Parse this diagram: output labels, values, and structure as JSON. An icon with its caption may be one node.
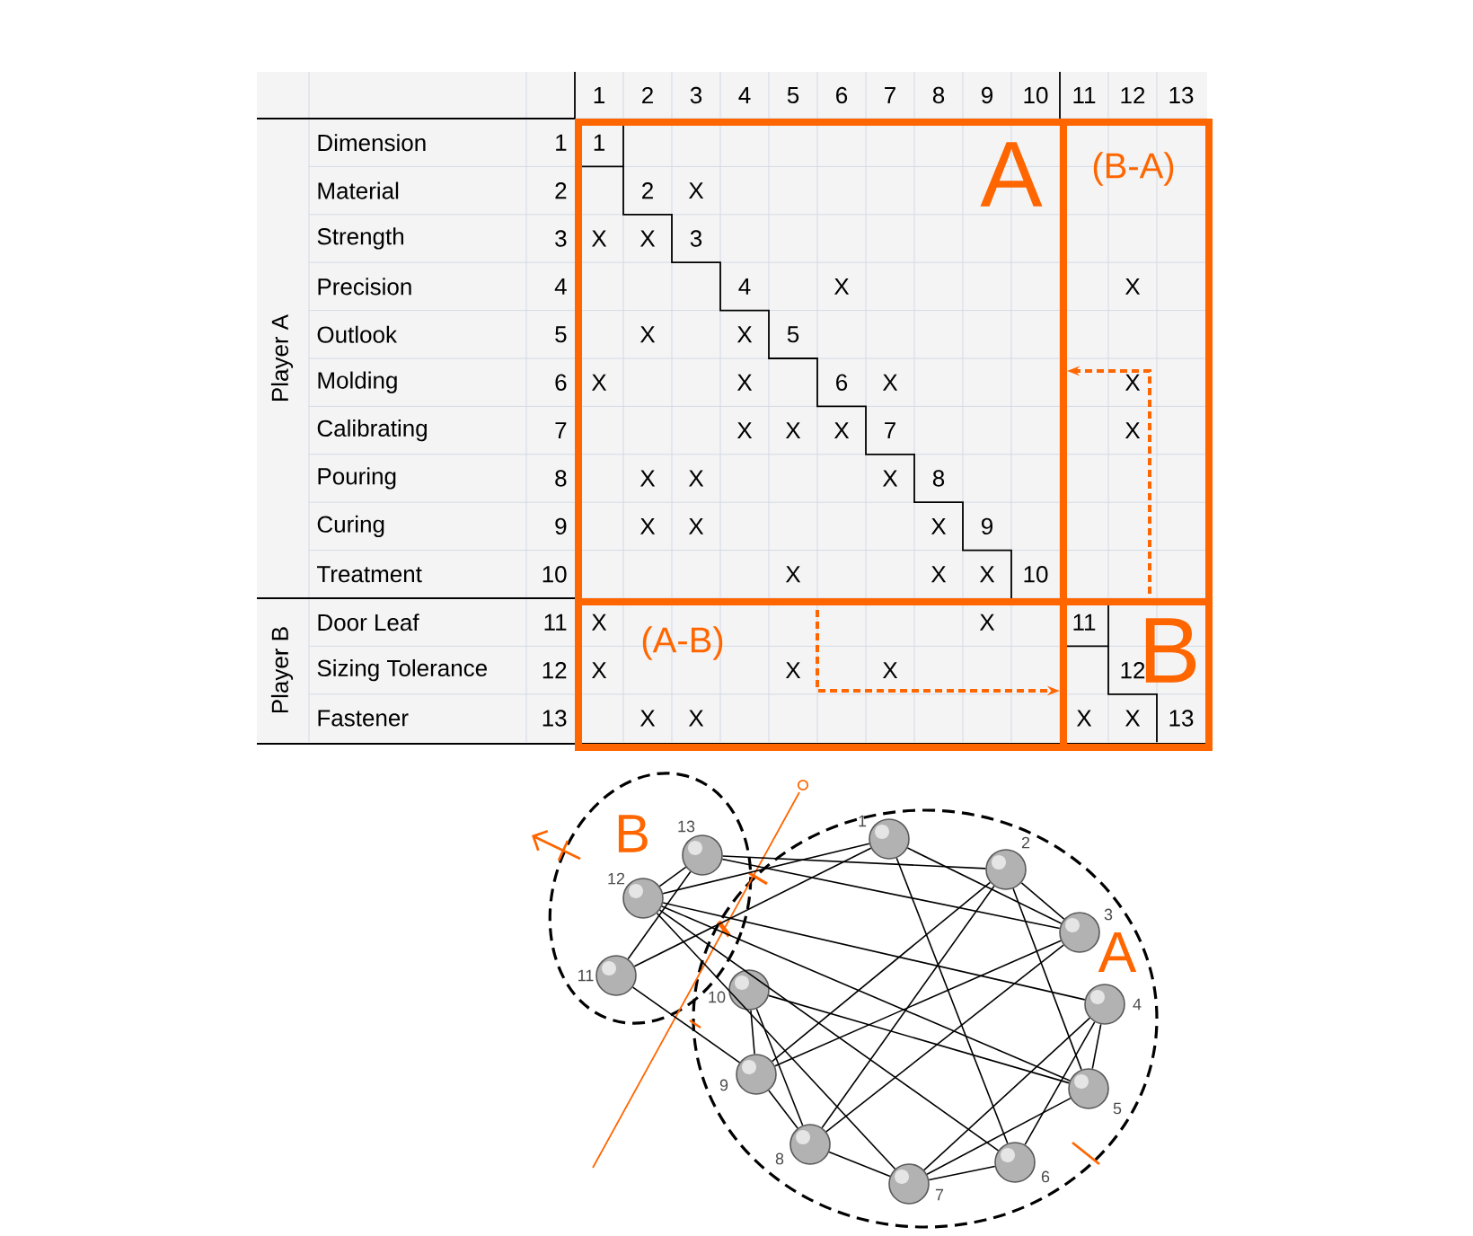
{
  "diagram": {
    "nodes": [
      {
        "text": [
          "A"
        ]
      },
      {
        "text": [
          "(B-A)"
        ]
      },
      {
        "text": [
          "(A-B)"
        ]
      },
      {
        "text": [
          "B"
        ]
      },
      {
        "text": [
          "B"
        ]
      },
      {
        "text": [
          "13"
        ],
        "in": 4
      },
      {
        "text": [
          "12"
        ],
        "in": 4
      },
      {
        "text": [
          "11"
        ],
        "in": 4
      },
      {
        "text": [
          "A"
        ]
      },
      {
        "text": [
          "1"
        ],
        "in": 8
      },
      {
        "text": [
          "2"
        ],
        "in": 8
      },
      {
        "text": [
          "3"
        ],
        "in": 8
      },
      {
        "text": [
          "4"
        ],
        "in": 8
      },
      {
        "text": [
          "5"
        ],
        "in": 8
      },
      {
        "text": [
          "6"
        ],
        "in": 8
      },
      {
        "text": [
          "7"
        ],
        "in": 8
      },
      {
        "text": [
          "8"
        ],
        "in": 8
      },
      {
        "text": [
          "9"
        ],
        "in": 8
      },
      {
        "text": [
          "10"
        ],
        "in": 8
      }
    ],
    "edges": [
      {
        "from": 1,
        "to": 0,
        "arrow": "to",
        "style": "dashed",
        "color": "#ff6600"
      },
      {
        "from": 2,
        "to": 3,
        "arrow": "to",
        "style": "dashed",
        "color": "#ff6600"
      },
      {
        "from": 9,
        "to": 11,
        "arrow": "none"
      },
      {
        "from": 10,
        "to": 11,
        "arrow": "none"
      },
      {
        "from": 12,
        "to": 14,
        "arrow": "none"
      },
      {
        "from": 12,
        "to": 6,
        "arrow": "none"
      },
      {
        "from": 10,
        "to": 13,
        "arrow": "none"
      },
      {
        "from": 12,
        "to": 13,
        "arrow": "none"
      },
      {
        "from": 9,
        "to": 14,
        "arrow": "none"
      },
      {
        "from": 14,
        "to": 15,
        "arrow": "none"
      },
      {
        "from": 14,
        "to": 6,
        "arrow": "none"
      },
      {
        "from": 12,
        "to": 15,
        "arrow": "none"
      },
      {
        "from": 13,
        "to": 15,
        "arrow": "none"
      },
      {
        "from": 15,
        "to": 6,
        "arrow": "none"
      },
      {
        "from": 10,
        "to": 16,
        "arrow": "none"
      },
      {
        "from": 11,
        "to": 16,
        "arrow": "none"
      },
      {
        "from": 15,
        "to": 16,
        "arrow": "none"
      },
      {
        "from": 10,
        "to": 17,
        "arrow": "none"
      },
      {
        "from": 11,
        "to": 17,
        "arrow": "none"
      },
      {
        "from": 16,
        "to": 17,
        "arrow": "none"
      },
      {
        "from": 13,
        "to": 18,
        "arrow": "none"
      },
      {
        "from": 16,
        "to": 18,
        "arrow": "none"
      },
      {
        "from": 17,
        "to": 18,
        "arrow": "none"
      },
      {
        "from": 9,
        "to": 7,
        "arrow": "none"
      },
      {
        "from": 17,
        "to": 7,
        "arrow": "none"
      },
      {
        "from": 9,
        "to": 6,
        "arrow": "none"
      },
      {
        "from": 13,
        "to": 6,
        "arrow": "none"
      },
      {
        "from": 10,
        "to": 5,
        "arrow": "none"
      },
      {
        "from": 11,
        "to": 5,
        "arrow": "none"
      },
      {
        "from": 7,
        "to": 5,
        "arrow": "none"
      },
      {
        "from": 6,
        "to": 5,
        "arrow": "none"
      }
    ],
    "labels": [
      "1",
      "2",
      "3",
      "4",
      "5",
      "6",
      "7",
      "8",
      "9",
      "10",
      "11",
      "12",
      "13",
      "Player A",
      "Dimension",
      "1",
      "1",
      "Material",
      "2",
      "2",
      "X",
      "Strength",
      "3",
      "X",
      "X",
      "3",
      "Precision",
      "4",
      "4",
      "X",
      "X",
      "Outlook",
      "5",
      "X",
      "X",
      "5",
      "Molding",
      "6",
      "X",
      "X",
      "6",
      "X",
      "X",
      "Calibrating",
      "7",
      "X",
      "X",
      "X",
      "7",
      "X",
      "Pouring",
      "8",
      "X",
      "X",
      "X",
      "8",
      "Curing",
      "9",
      "X",
      "X",
      "X",
      "9",
      "Treatment",
      "10",
      "X",
      "X",
      "X",
      "10",
      "Player B",
      "Door Leaf",
      "11",
      "X",
      "X",
      "11",
      "Sizing Tolerance",
      "12",
      "X",
      "X",
      "X",
      "12",
      "Fastener",
      "13",
      "X",
      "X",
      "X",
      "X",
      "13"
    ]
  }
}
